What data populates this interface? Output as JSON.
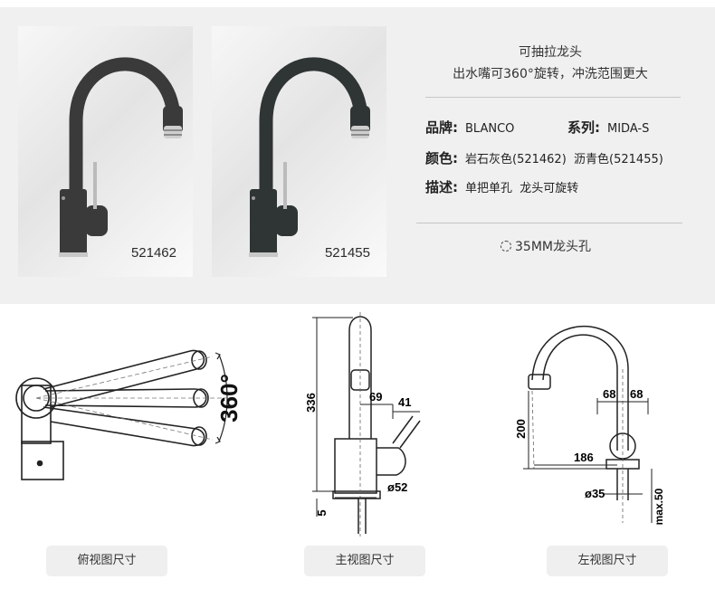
{
  "products": [
    {
      "code": "521462",
      "color": "#3b3b3b"
    },
    {
      "code": "521455",
      "color": "#2e3334"
    }
  ],
  "intro": {
    "line1": "可抽拉龙头",
    "line2": "出水嘴可360°旋转，冲洗范围更大"
  },
  "specs": {
    "brand_label": "品牌:",
    "brand_value": "BLANCO",
    "series_label": "系列:",
    "series_value": "MIDA-S",
    "color_label": "颜色:",
    "color_value": "岩石灰色(521462)  沥青色(521455)",
    "desc_label": "描述:",
    "desc_value": "单把单孔  龙头可旋转"
  },
  "hole_text": "35MM龙头孔",
  "drawings": {
    "top": {
      "rotation_label": "360°",
      "caption": "俯视图尺寸"
    },
    "front": {
      "height": "336",
      "spout": "69",
      "handle": "41",
      "base_dia": "ø52",
      "base_h": "5",
      "caption": "主视图尺寸"
    },
    "side": {
      "left": "68",
      "right": "68",
      "height": "200",
      "reach": "186",
      "hole_dia": "ø35",
      "max_depth": "max.50",
      "caption": "左视图尺寸"
    }
  }
}
